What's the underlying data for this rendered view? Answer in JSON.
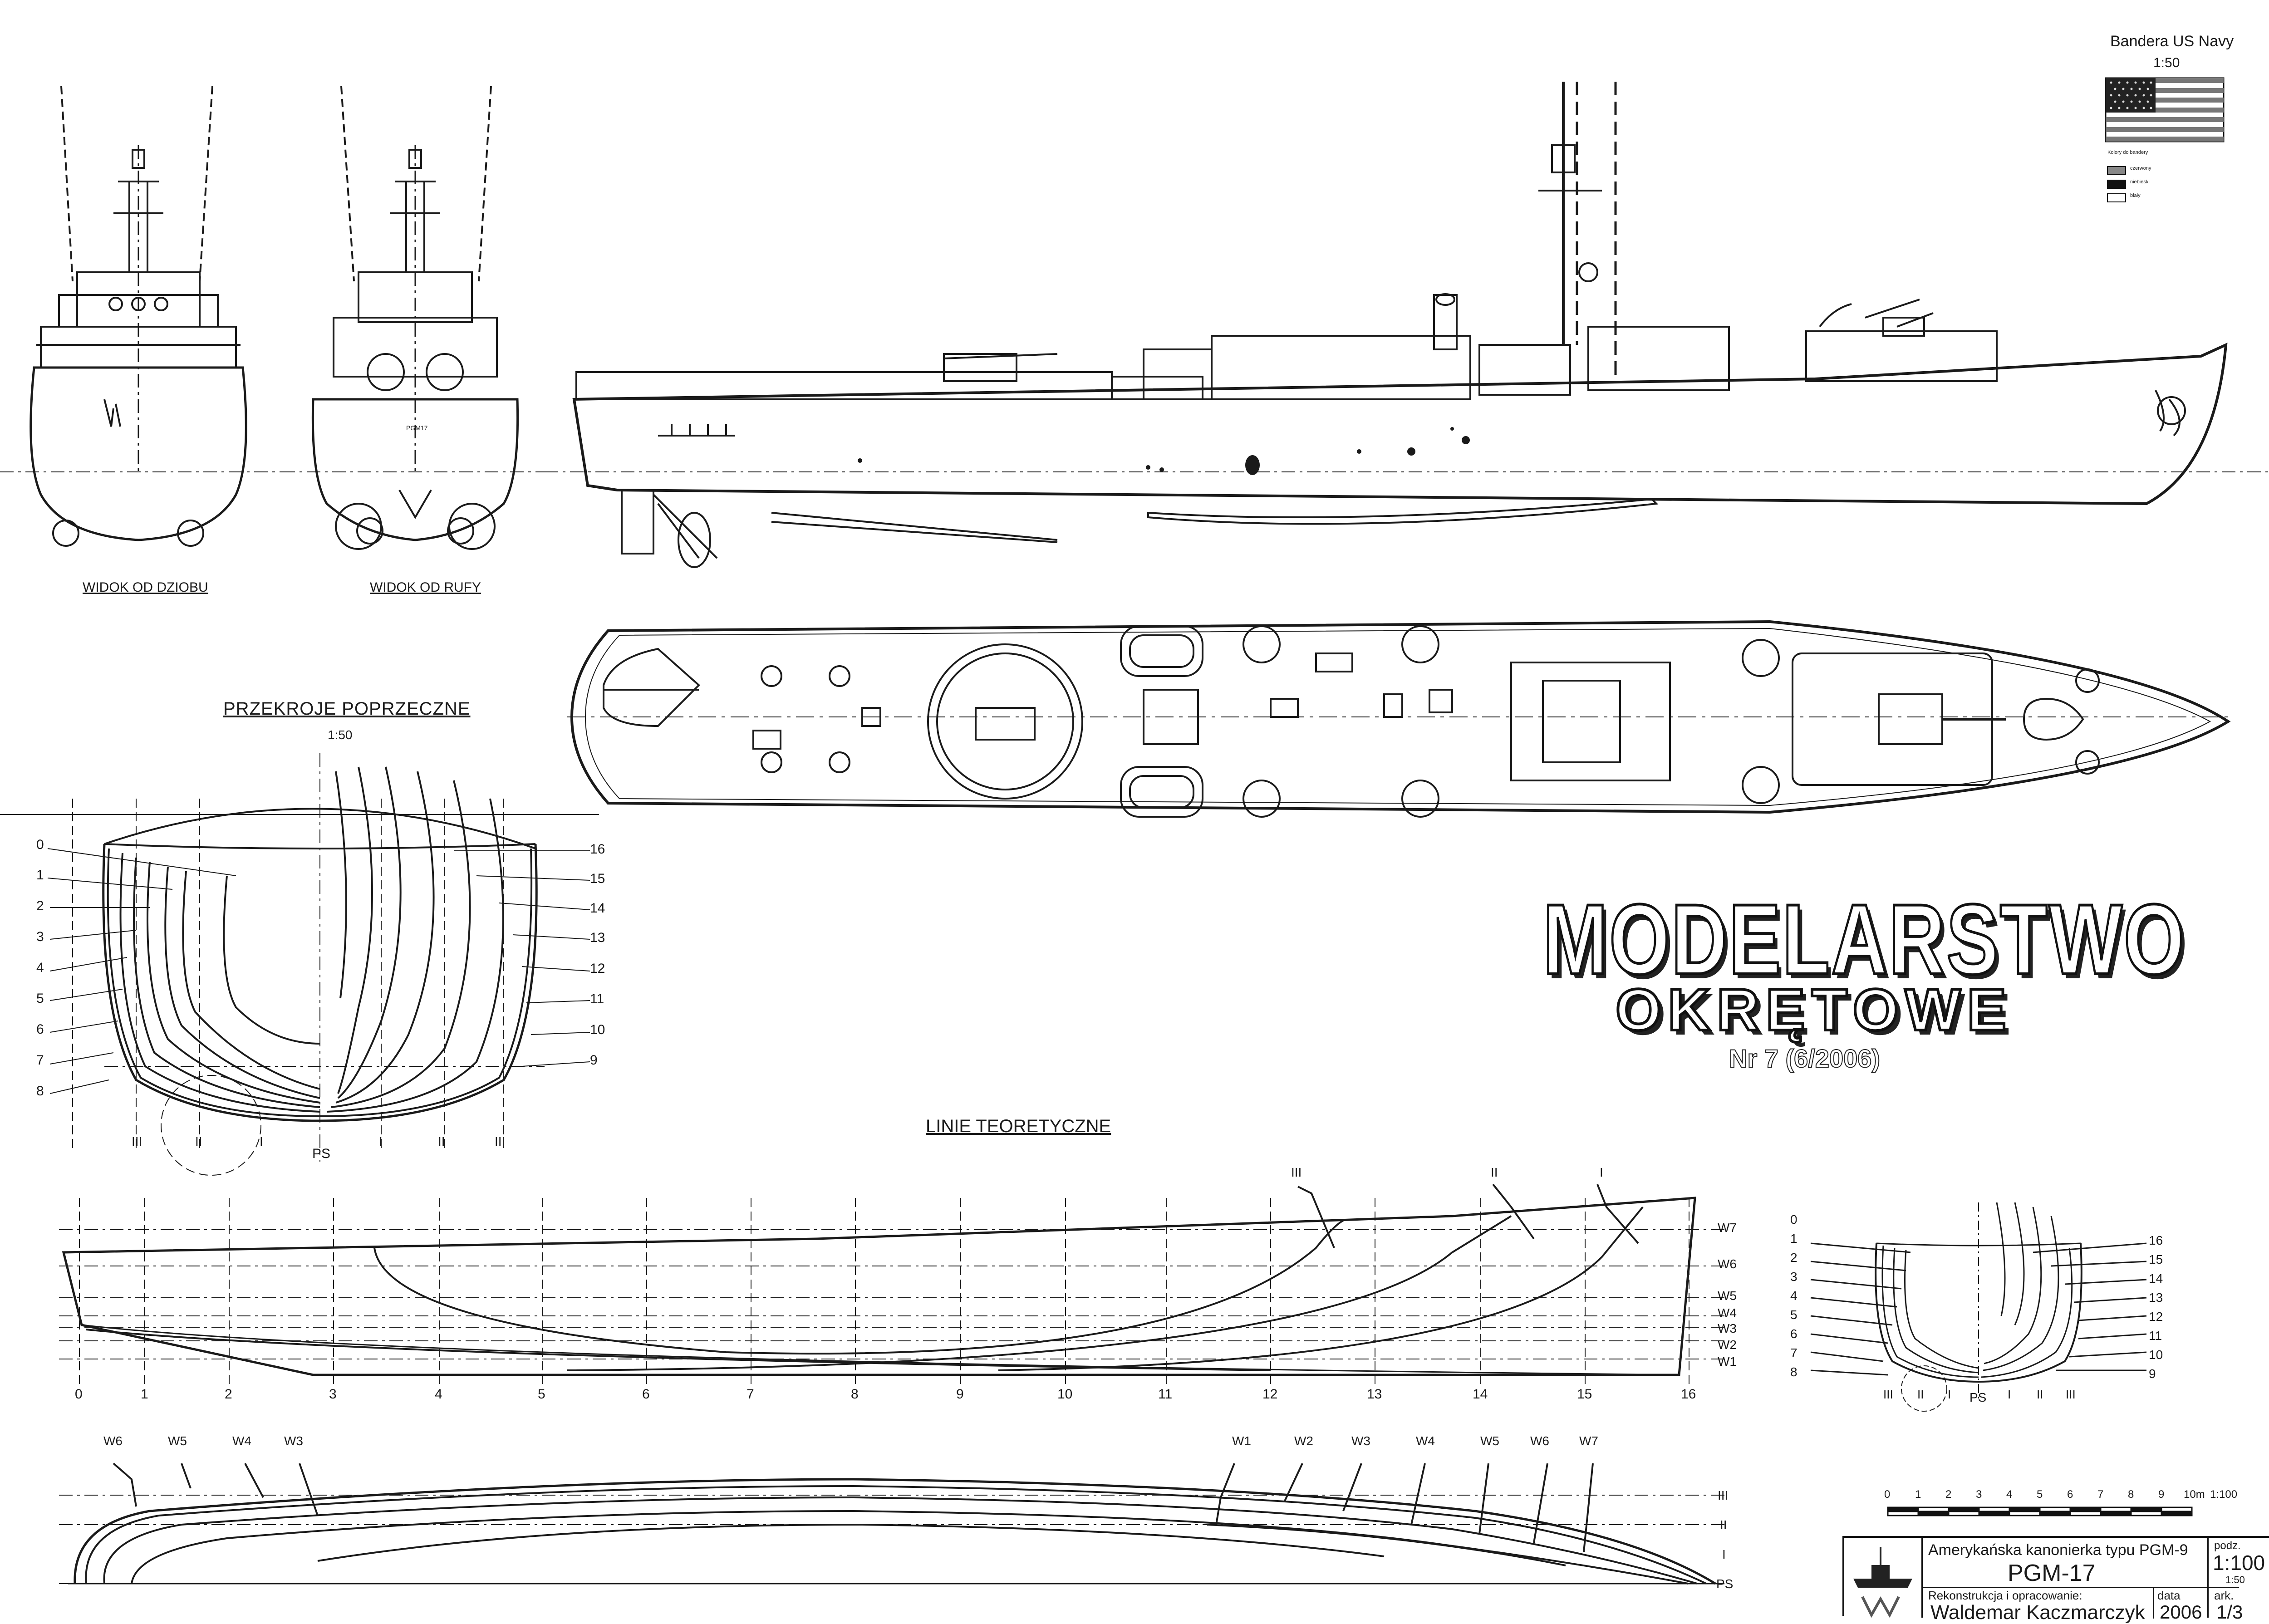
{
  "flag": {
    "title": "Bandera US Navy",
    "scale": "1:50",
    "colors_label": "Kolory do bandery",
    "legend": [
      "czerwony",
      "niebieski",
      "biały"
    ]
  },
  "views": {
    "bow_view": "WIDOK OD DZIOBU",
    "stern_view": "WIDOK OD RUFY"
  },
  "sections": {
    "title": "PRZEKROJE POPRZECZNE",
    "scale": "1:50",
    "left_numbers": [
      "0",
      "1",
      "2",
      "3",
      "4",
      "5",
      "6",
      "7",
      "8"
    ],
    "right_numbers": [
      "16",
      "15",
      "14",
      "13",
      "12",
      "11",
      "10",
      "9"
    ],
    "bottom_labels": [
      "III",
      "II",
      "I",
      "PS",
      "I",
      "II",
      "III"
    ]
  },
  "magazine": {
    "line1": "MODELARSTWO",
    "line2": "OKRĘTOWE",
    "issue": "Nr 7 (6/2006)"
  },
  "lines": {
    "title": "LINIE TEORETYCZNE",
    "stations": [
      "0",
      "1",
      "2",
      "3",
      "4",
      "5",
      "6",
      "7",
      "8",
      "9",
      "10",
      "11",
      "12",
      "13",
      "14",
      "15",
      "16"
    ],
    "waterlines": [
      "W7",
      "W6",
      "W5",
      "W4",
      "W3",
      "W2",
      "W1"
    ],
    "buttocks_top": [
      "III",
      "II",
      "I"
    ],
    "plan_left": [
      "W6",
      "W5",
      "W4",
      "W3"
    ],
    "plan_right": [
      "W1",
      "W2",
      "W3",
      "W4",
      "W5",
      "W6",
      "W7"
    ],
    "plan_side": [
      "III",
      "II",
      "I",
      "PS"
    ]
  },
  "small_sections": {
    "left_numbers": [
      "0",
      "1",
      "2",
      "3",
      "4",
      "5",
      "6",
      "7",
      "8"
    ],
    "right_numbers": [
      "16",
      "15",
      "14",
      "13",
      "12",
      "11",
      "10",
      "9"
    ],
    "bottom_labels": [
      "III",
      "II",
      "I",
      "PS",
      "I",
      "II",
      "III"
    ]
  },
  "scalebar": {
    "ticks": [
      "0",
      "1",
      "2",
      "3",
      "4",
      "5",
      "6",
      "7",
      "8",
      "9",
      "10m"
    ],
    "scale": "1:100"
  },
  "title_block": {
    "description": "Amerykańska kanonierka typu PGM-9",
    "ship": "PGM-17",
    "scale_label": "podz.",
    "scale_main": "1:100",
    "scale_sub": "1:50",
    "credit_label": "Rekonstrukcja i opracowanie:",
    "author": "Waldemar Kaczmarczyk",
    "date_label": "data",
    "date": "2006",
    "sheet_label": "ark.",
    "sheet": "1/3"
  },
  "hull_marking": "PGM17",
  "colors": {
    "ink": "#1a1a1a",
    "paper": "#ffffff",
    "flag_red": "#555555",
    "flag_blue": "#2a2a2a"
  }
}
